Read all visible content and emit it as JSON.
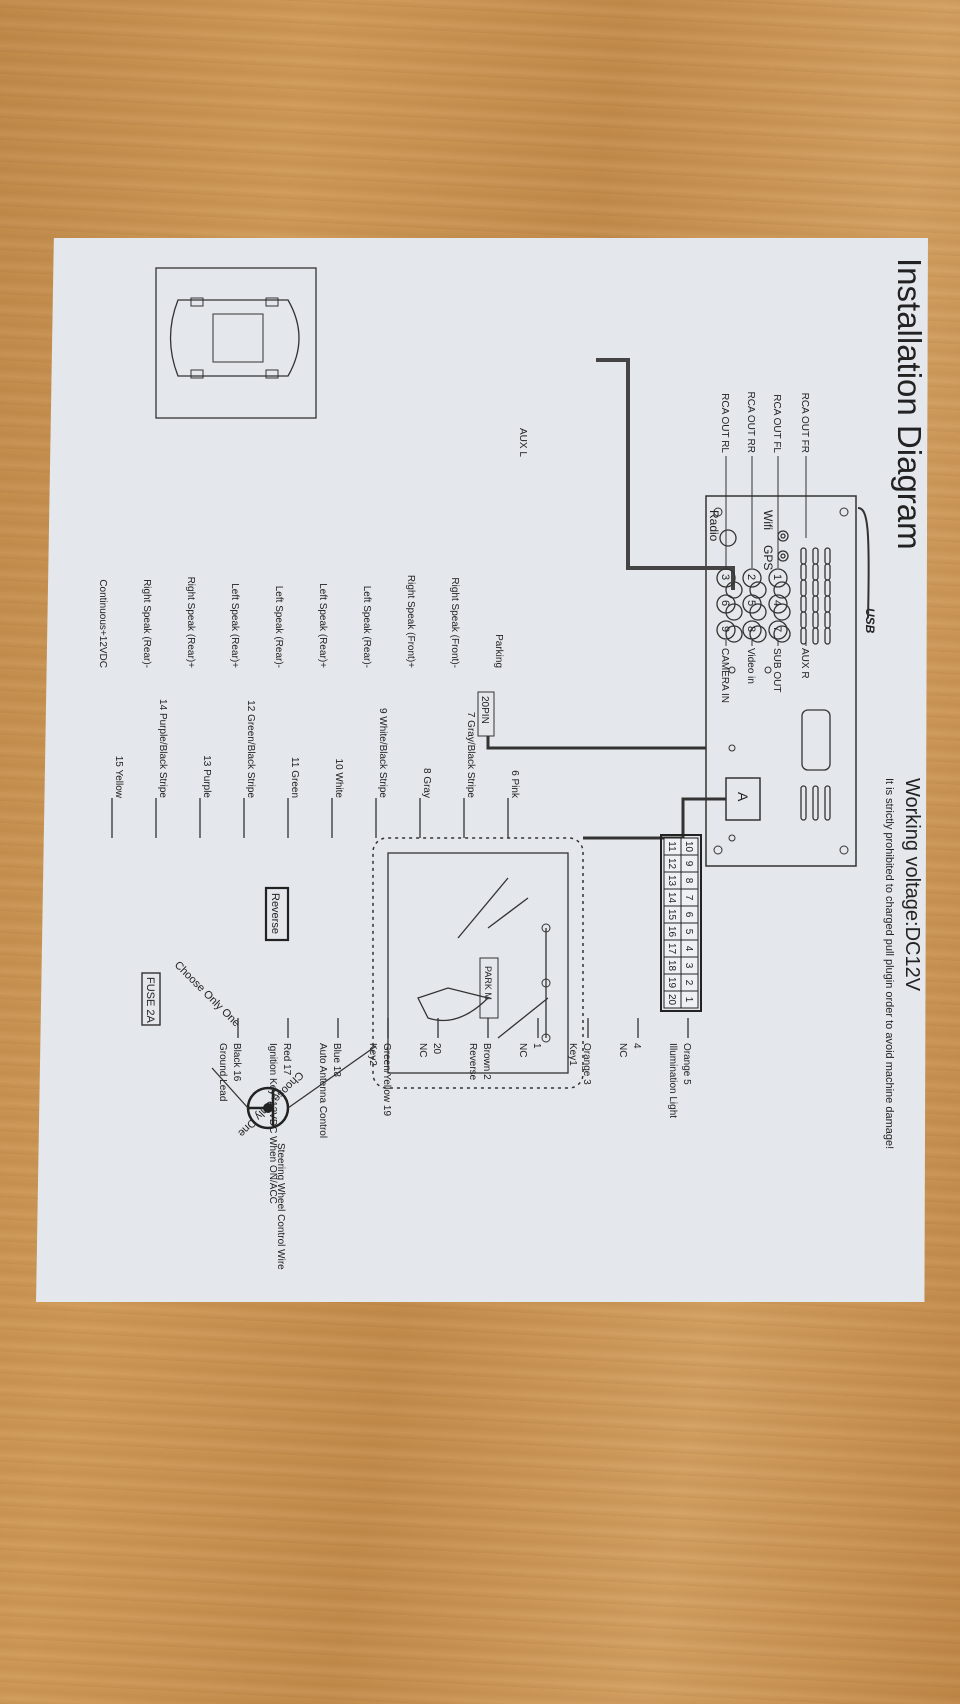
{
  "title": "Installation Diagram",
  "working_voltage": "Working voltage:DC12V",
  "warning": "It is strictly prohibited to charged pull plugin order to avoid machine damage!",
  "usb_label": "USB",
  "wifi_label": "Wifi",
  "gps_label": "GPS",
  "radio_label": "Radio",
  "plug_20pin_label": "20PIN",
  "connector_a_label": "A",
  "rca": {
    "left_labels": [
      "RCA OUT FR",
      "RCA OUT FL",
      "RCA OUT RR",
      "RCA OUT RL"
    ],
    "jacks": [
      "1",
      "2",
      "3",
      "4",
      "5",
      "6",
      "7",
      "8",
      "9"
    ],
    "right_labels": [
      "AUX R",
      "SUB OUT",
      "Video in",
      "CAMERA IN"
    ],
    "aux_l": "AUX L"
  },
  "pin_rows": [
    [
      "10",
      "9",
      "8",
      "7",
      "6",
      "5",
      "4",
      "3",
      "2",
      "1"
    ],
    [
      "11",
      "12",
      "13",
      "14",
      "15",
      "16",
      "17",
      "18",
      "19",
      "20"
    ]
  ],
  "left_wires": [
    {
      "label": "6 Pink",
      "dest": "Parking"
    },
    {
      "label": "7 Gray/Black Stripe",
      "dest": "Right Speak (Front)-"
    },
    {
      "label": "8 Gray",
      "dest": "Right Speak (Front)+"
    },
    {
      "label": "9 White/Black Stripe",
      "dest": "Left Speak (Rear)-"
    },
    {
      "label": "10 White",
      "dest": "Left Speak (Rear)+"
    },
    {
      "label": "11 Green",
      "dest": "Left Speak (Rear)-"
    },
    {
      "label": "12 Green/Black Stripe",
      "dest": "Left Speak (Rear)+"
    },
    {
      "label": "13 Purple",
      "dest": "Right Speak (Rear)+"
    },
    {
      "label": "14 Purple/Black Stripe",
      "dest": "Right Speak (Rear)-"
    },
    {
      "label": "15 Yellow",
      "dest": "Continuous+12VDC"
    }
  ],
  "right_wires": [
    {
      "label": "Orange 5",
      "dest": "Illumination Light"
    },
    {
      "label": "4",
      "dest": "NC"
    },
    {
      "label": "Orange 3",
      "dest": "Key1"
    },
    {
      "label": "1",
      "dest": "NC"
    },
    {
      "label": "Brown 2",
      "dest": "Reverse"
    },
    {
      "label": "20",
      "dest": "NC"
    },
    {
      "label": "Green/Yellow 19",
      "dest": "Key2"
    },
    {
      "label": "Blue 18",
      "dest": "Auto Antenna Control"
    },
    {
      "label": "Red 17",
      "dest": "Ignition Key+12VDC When ON/ACC"
    },
    {
      "label": "Black 16",
      "dest": "Ground Lead"
    }
  ],
  "fuse_label": "FUSE 2A",
  "reverse_label": "Reverse",
  "choose_only_one": "Choose Only One",
  "steering": "Steering Wheel Control Wire",
  "camera_box_label": "PARK M"
}
